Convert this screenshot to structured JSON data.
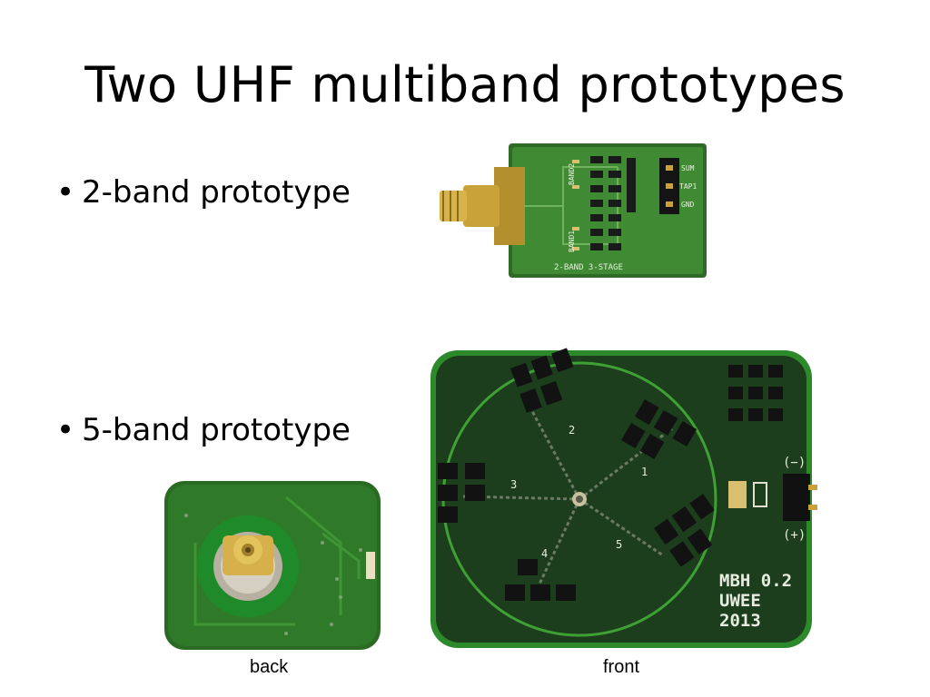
{
  "slide": {
    "title": "Two UHF multiband prototypes",
    "bullets": [
      {
        "text": "2-band prototype"
      },
      {
        "text": "5-band prototype"
      }
    ],
    "captions": {
      "back": "back",
      "front": "front"
    }
  },
  "board_2band": {
    "silkscreen_title": "2-BAND 3-STAGE",
    "label_band1": "BAND1",
    "label_band2": "BAND2",
    "pins": [
      "SUM",
      "TAP1",
      "GND"
    ]
  },
  "board_5band": {
    "marking_line1": "MBH  0.2",
    "marking_line2": "UWEE",
    "marking_line3": "2013",
    "minus_label": "(−)",
    "plus_label": "(+)",
    "band_numbers": [
      "1",
      "2",
      "3",
      "4",
      "5"
    ]
  },
  "colors": {
    "pcb_green": "#1f4a1c",
    "pcb_edge": "#3c8a2c",
    "gold": "#c9a23a"
  }
}
